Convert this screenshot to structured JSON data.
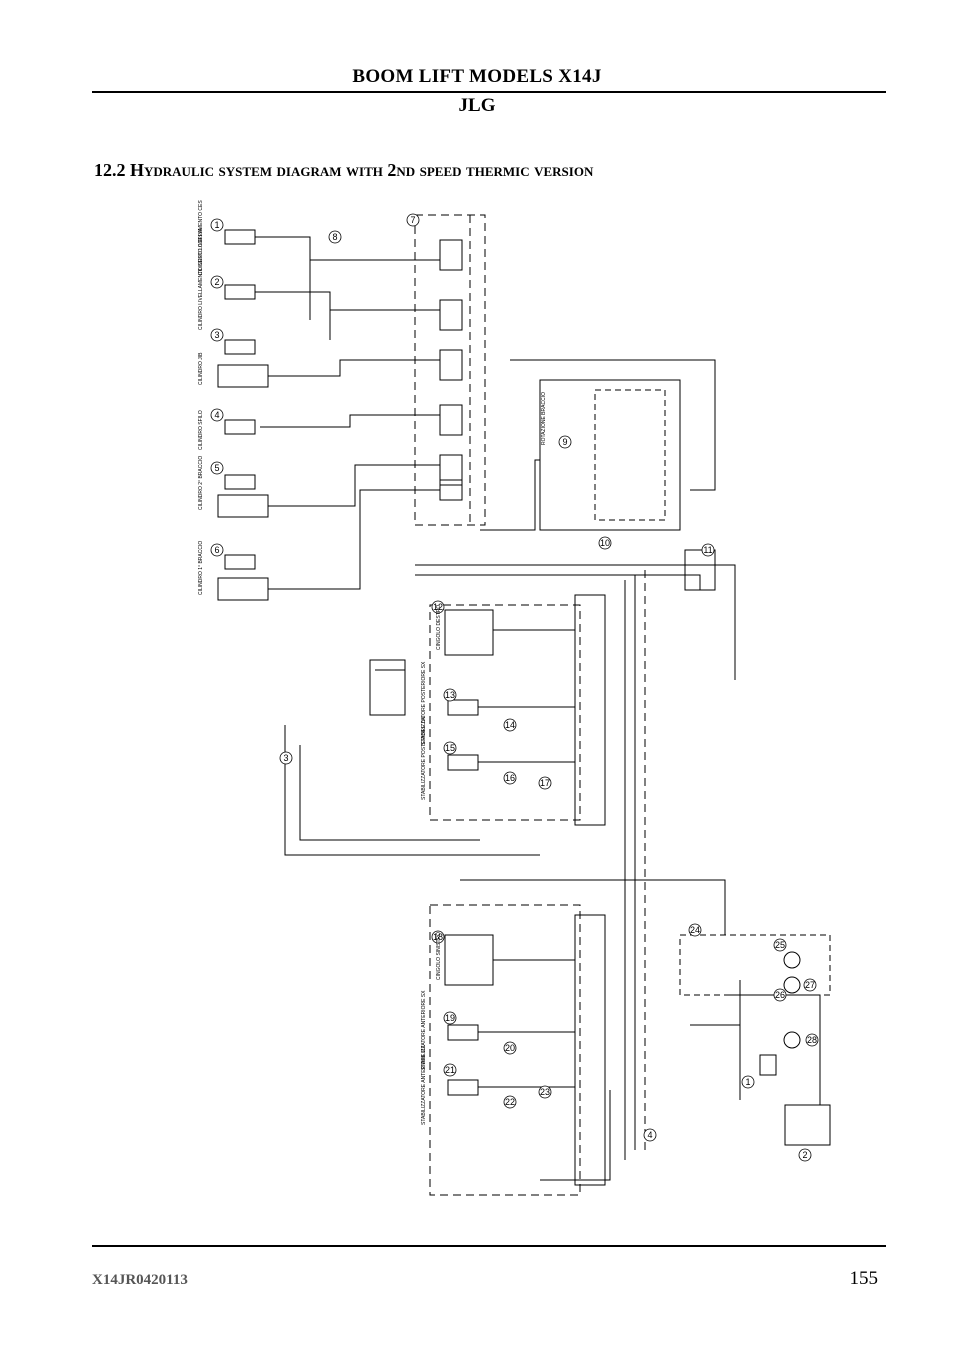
{
  "header": {
    "title": "BOOM LIFT MODELS X14J",
    "brand": "JLG"
  },
  "section": {
    "title": "12.2 Hydraulic system diagram with 2nd speed thermic version"
  },
  "footer": {
    "code": "X14JR0420113",
    "page": "155"
  },
  "diagram_labels": {
    "cylinders": [
      "CILINDRO LIVELLAMENTO CESTO SEMINATO",
      "CILINDRO LIVELLAMENTO CESTO COPPIA",
      "CILINDRO JIB",
      "CILINDRO SFILO",
      "CILINDRO 2° BRACCIO",
      "CILINDRO 1° BRACCIO"
    ],
    "modules": [
      "ROTAZIONE BRACCIO",
      "CINGOLO DESTRO",
      "CINGOLO SINISTRO",
      "STABILIZZATORE POSTERIORE SX",
      "STABILIZZATORE POSTERIORE DX",
      "STABILIZZATORE ANTERIORE SX",
      "STABILIZZATORE ANTERIORE DX"
    ],
    "callouts": [
      "1",
      "2",
      "3",
      "4",
      "5",
      "6",
      "7",
      "8",
      "9",
      "10",
      "11",
      "12",
      "13",
      "14",
      "15",
      "16",
      "17",
      "18",
      "19",
      "20",
      "21",
      "22",
      "23",
      "24",
      "25",
      "26",
      "27",
      "28"
    ]
  }
}
